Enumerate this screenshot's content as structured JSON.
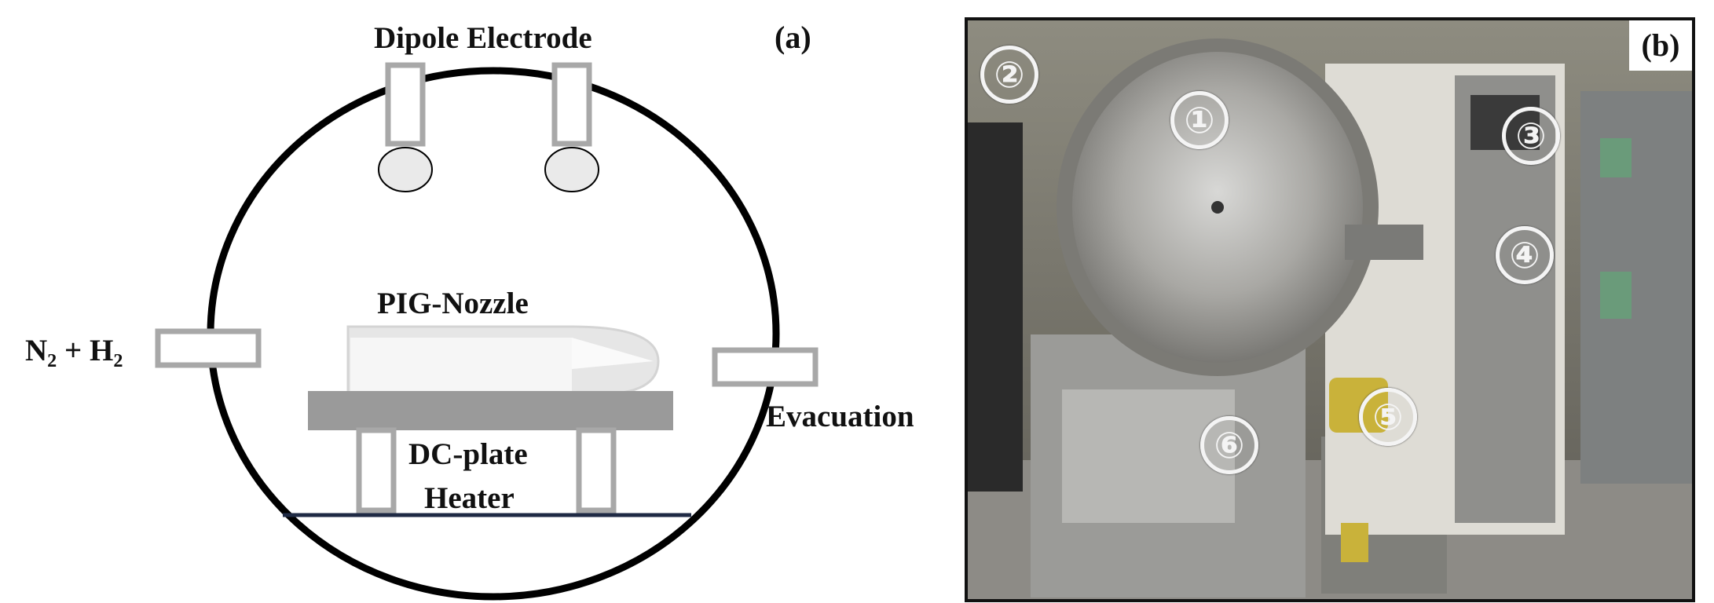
{
  "panel_a": {
    "tag": "(a)",
    "labels": {
      "dipole_electrode": "Dipole Electrode",
      "pig_nozzle": "PIG-Nozzle",
      "gas_inlet_main": "N",
      "gas_inlet_sub1": "2",
      "gas_inlet_plus": " + H",
      "gas_inlet_sub2": "2",
      "evacuation": "Evacuation",
      "dc_plate": "DC-plate",
      "heater": "Heater"
    }
  },
  "panel_b": {
    "tag": "(b)",
    "callouts": [
      "①",
      "②",
      "③",
      "④",
      "⑤",
      "⑥"
    ]
  },
  "colors": {
    "outline": "#000000",
    "gray_part": "#a8a8a8",
    "plate": "#9a9a9a",
    "nozzle": "#e6e6e6",
    "electrode_ball": "#eaeaea"
  }
}
